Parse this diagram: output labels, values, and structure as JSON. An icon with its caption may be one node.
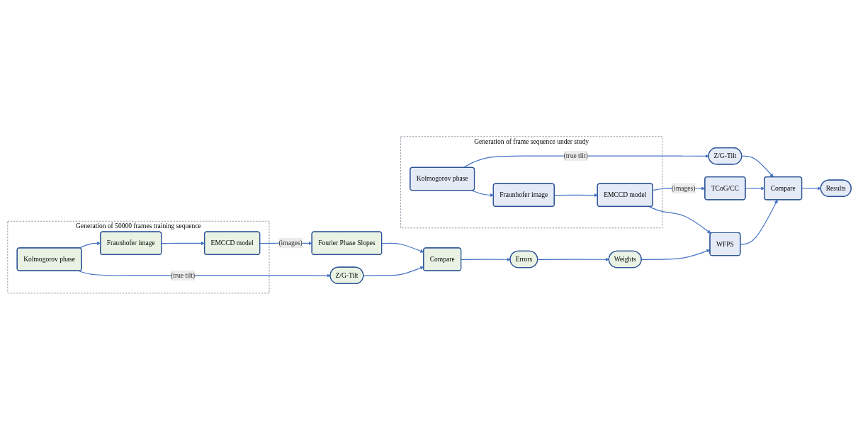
{
  "diagram": {
    "nodes": [
      {
        "text": [
          "Generation of frame sequence under study"
        ]
      },
      {
        "text": [
          "Kolmogorov phase"
        ],
        "in": 0
      },
      {
        "text": [
          "Fraunhofer image"
        ],
        "in": 0
      },
      {
        "text": [
          "EMCCD model"
        ],
        "in": 0
      },
      {
        "text": [
          "TCoG/CC"
        ]
      },
      {
        "text": [
          "WFPS"
        ]
      },
      {
        "text": [
          "Z/G-Tilt"
        ]
      },
      {
        "text": [
          "Compare"
        ]
      },
      {
        "text": [
          "Weights"
        ]
      },
      {
        "text": [
          "Results"
        ]
      },
      {
        "text": [
          "Errors"
        ]
      },
      {
        "text": [
          "Generation of 50000 frames training sequence"
        ]
      },
      {
        "text": [
          "Kolmogorov phase"
        ],
        "in": 11
      },
      {
        "text": [
          "Fraunhofer image"
        ],
        "in": 11
      },
      {
        "text": [
          "EMCCD model"
        ],
        "in": 11
      },
      {
        "text": [
          "Fourier Phase Slopes"
        ]
      },
      {
        "text": [
          "Compare"
        ]
      },
      {
        "text": [
          "Z/G-Tilt"
        ]
      }
    ],
    "edges": [
      {
        "from": 1,
        "to": 6,
        "arrow": "to",
        "label": "(true tilt)"
      },
      {
        "from": 1,
        "to": 2,
        "arrow": "to"
      },
      {
        "from": 2,
        "to": 3,
        "arrow": "to"
      },
      {
        "from": 3,
        "to": 4,
        "arrow": "to",
        "label": "(images)"
      },
      {
        "from": 3,
        "to": 5,
        "arrow": "to"
      },
      {
        "from": 6,
        "to": 7,
        "arrow": "to"
      },
      {
        "from": 4,
        "to": 7,
        "arrow": "to"
      },
      {
        "from": 5,
        "to": 7,
        "arrow": "to"
      },
      {
        "from": 7,
        "to": 9,
        "arrow": "to"
      },
      {
        "from": 8,
        "to": 5,
        "arrow": "to"
      },
      {
        "from": 10,
        "to": 8,
        "arrow": "to"
      },
      {
        "from": 16,
        "to": 10,
        "arrow": "to"
      },
      {
        "from": 12,
        "to": 13,
        "arrow": "to"
      },
      {
        "from": 13,
        "to": 14,
        "arrow": "to"
      },
      {
        "from": 14,
        "to": 15,
        "arrow": "to",
        "label": "(images)"
      },
      {
        "from": 15,
        "to": 16,
        "arrow": "to"
      },
      {
        "from": 12,
        "to": 17,
        "arrow": "to",
        "label": "(true tilt)"
      },
      {
        "from": 17,
        "to": 16,
        "arrow": "to"
      }
    ]
  }
}
